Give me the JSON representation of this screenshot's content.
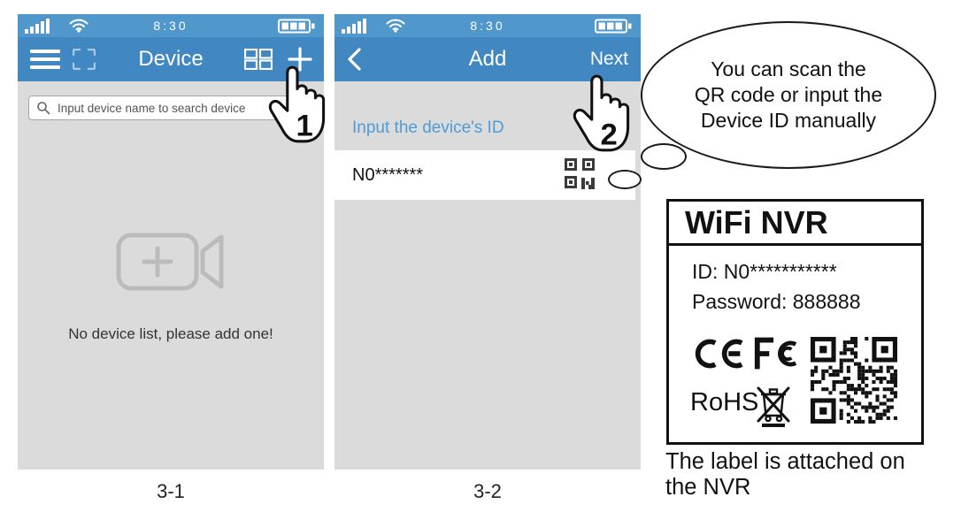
{
  "colors": {
    "statusbar_blue": "#5098CB",
    "header_blue": "#4187C2",
    "screen_gray": "#DBDBDB",
    "accent_blue": "#4E9BD6"
  },
  "screen1": {
    "time": "8:30",
    "title": "Device",
    "search_placeholder": "Input device name to search device",
    "empty_message": "No device list, please add one!",
    "caption": "3-1"
  },
  "screen2": {
    "time": "8:30",
    "title": "Add",
    "next_label": "Next",
    "prompt": "Input the device's ID",
    "device_id": "N0*******",
    "caption": "3-2"
  },
  "callouts": {
    "step1": "1",
    "step2": "2",
    "bubble_line1": "You can scan the",
    "bubble_line2": "QR code or input the",
    "bubble_line3": "Device ID manually"
  },
  "nvr_label": {
    "title": "WiFi NVR",
    "id_line": "ID: N0***********",
    "password_line": "Password: 888888",
    "rohs": "RoHS",
    "note_line1": "The label is attached on",
    "note_line2": "the NVR"
  },
  "icons": {
    "signal": "signal-bars-icon",
    "wifi": "wifi-icon",
    "battery": "battery-icon",
    "menu": "menu-icon",
    "scan_frame": "scan-frame-icon",
    "grid": "grid-view-icon",
    "plus": "plus-icon",
    "search": "search-icon",
    "back": "back-chevron-icon",
    "qr_scan": "qr-scan-icon",
    "camera_add": "camera-add-icon",
    "pointer_hand": "pointer-hand-icon",
    "ce": "ce-mark-icon",
    "fcc": "fcc-mark-icon",
    "weee": "weee-bin-icon",
    "qr_code": "qr-code"
  }
}
